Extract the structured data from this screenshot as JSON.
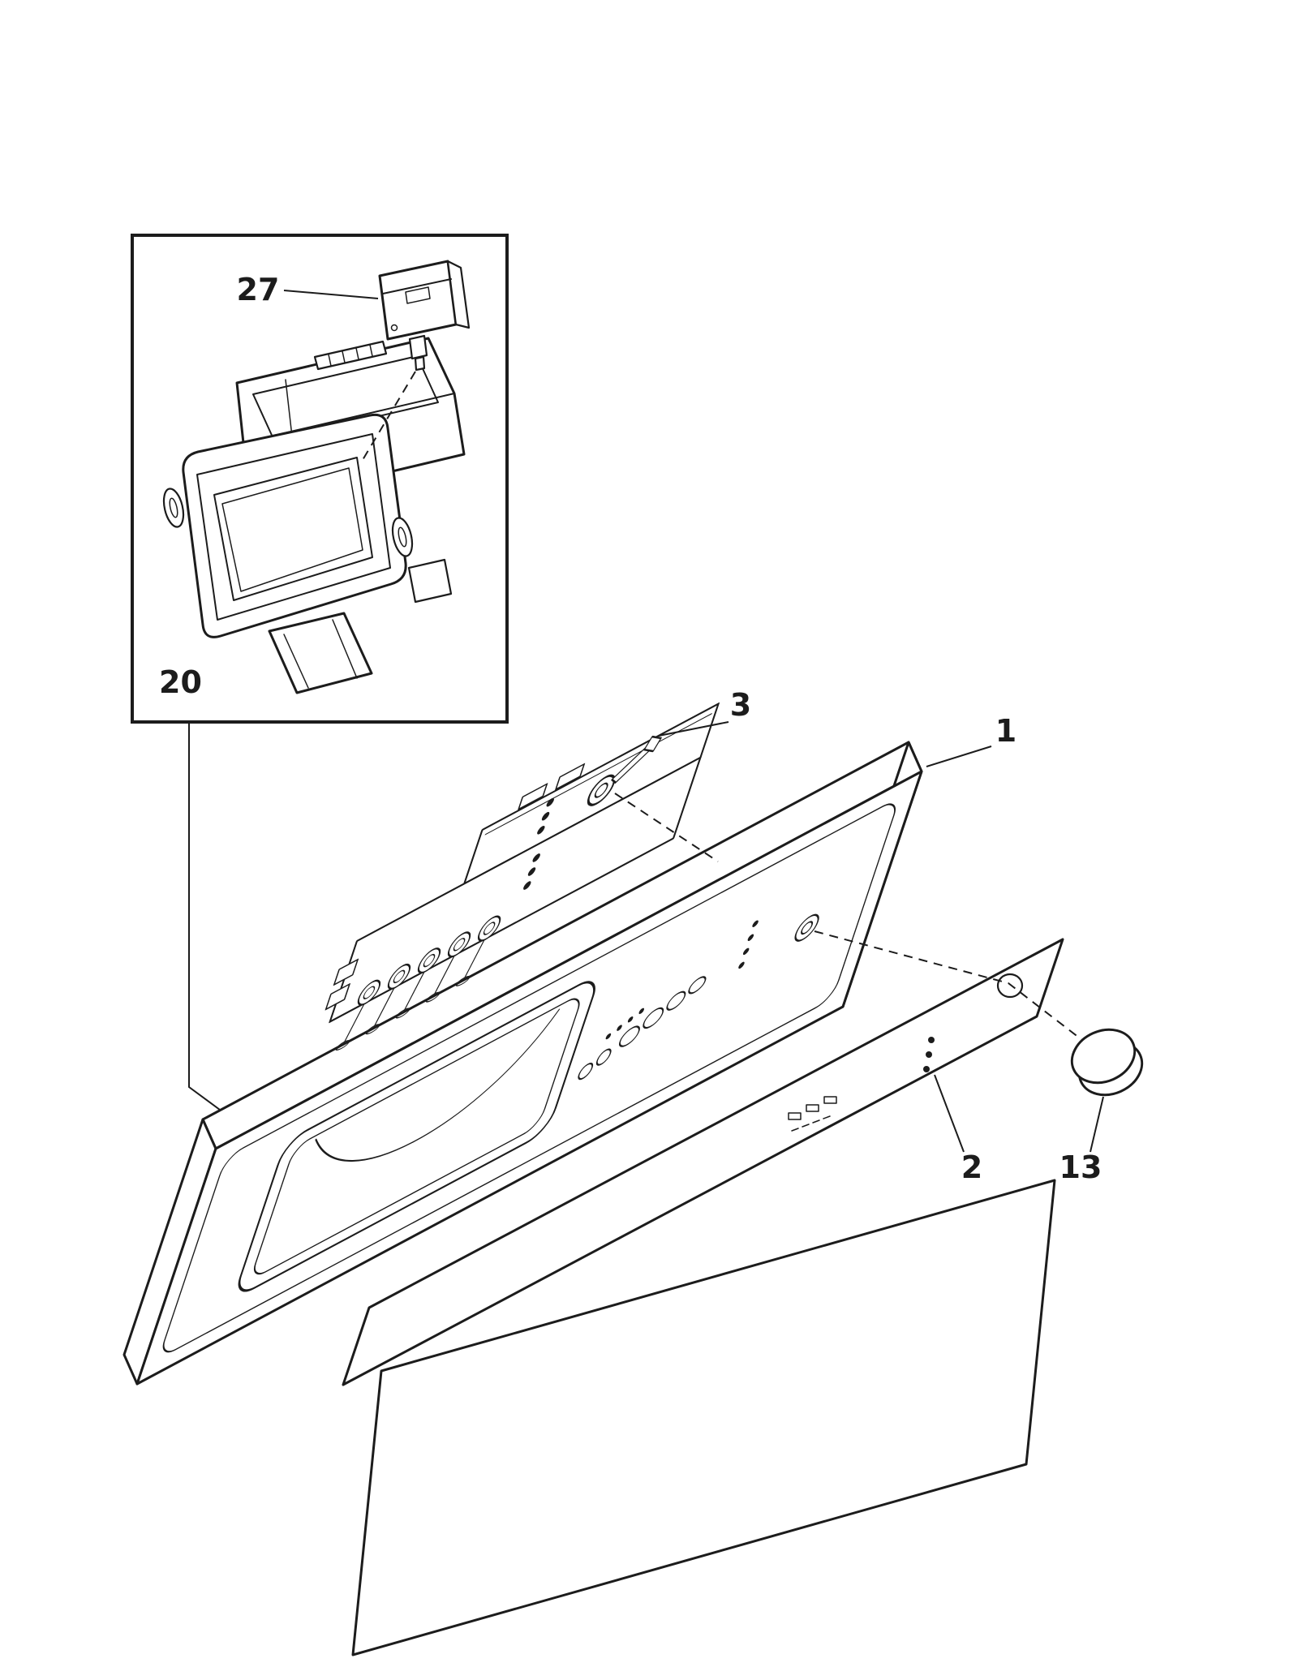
{
  "diagram": {
    "type": "exploded-parts-diagram",
    "part_labels": {
      "control_panel": "1",
      "overlay_panel": "2",
      "control_board": "3",
      "knob": "13",
      "latch_housing": "20",
      "switch": "27"
    },
    "colors": {
      "line": "#1c1c1c",
      "background": "#ffffff"
    }
  }
}
